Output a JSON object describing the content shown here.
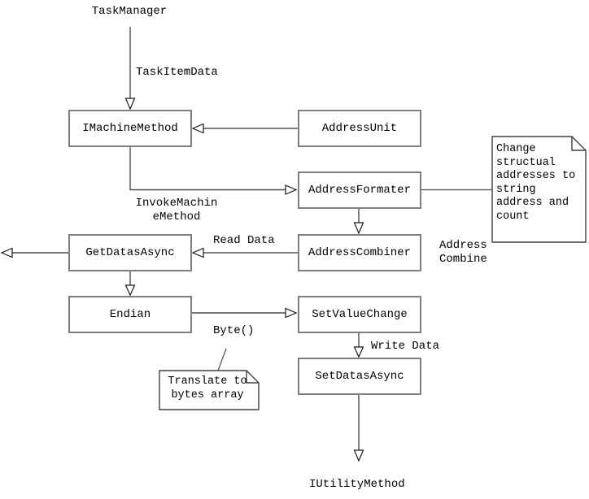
{
  "diagram": {
    "colors": {
      "box_border": "#7f7f7f",
      "connector_dark": "#4c4c4c",
      "connector_gray": "#808080",
      "note_border": "#404040",
      "text": "#000000",
      "background": "#ffffff"
    },
    "nodes": {
      "task_manager": {
        "label": "TaskManager"
      },
      "imachine_method": {
        "label": "IMachineMethod"
      },
      "address_unit": {
        "label": "AddressUnit"
      },
      "address_formater": {
        "label": "AddressFormater"
      },
      "address_combiner": {
        "label": "AddressCombiner"
      },
      "get_datas_async": {
        "label": "GetDatasAsync"
      },
      "endian": {
        "label": "Endian"
      },
      "set_value_change": {
        "label": "SetValueChange"
      },
      "set_datas_async": {
        "label": "SetDatasAsync"
      },
      "iutility_method": {
        "label": "IUtilityMethod"
      }
    },
    "edge_labels": {
      "task_item_data": "TaskItemData",
      "invoke_machine_method": "InvokeMachin\neMethod",
      "read_data": "Read Data",
      "address_combine": "Address\nCombine",
      "byte_call": "Byte()",
      "write_data": "Write Data"
    },
    "notes": {
      "change_structual": "Change\nstructual\naddresses to\nstring\naddress and\ncount",
      "translate_bytes": "Translate to\nbytes array"
    }
  }
}
